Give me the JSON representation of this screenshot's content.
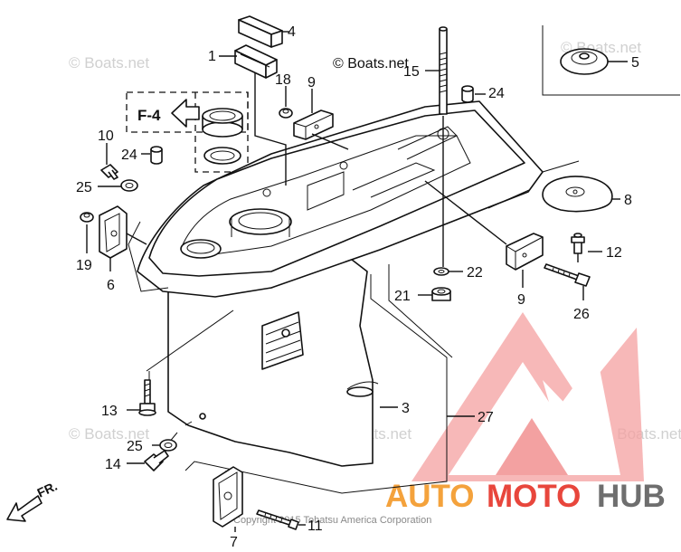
{
  "header": {
    "copyright_mark": "© Boats.net",
    "ref_box_label": "F-4",
    "direction_label": "FR."
  },
  "watermarks": [
    "© Boats.net",
    "© Boats.net",
    "© Boats.net",
    "© Boats.net",
    "© Boats.net"
  ],
  "callouts": [
    "4",
    "1",
    "18",
    "9",
    "15",
    "24",
    "5",
    "10",
    "24",
    "25",
    "8",
    "12",
    "19",
    "6",
    "22",
    "21",
    "9",
    "26",
    "3",
    "27",
    "13",
    "25",
    "14",
    "7",
    "11"
  ],
  "footer": {
    "copyright": "Copyright 2015 Tohatsu America Corporation"
  },
  "logo": {
    "text_left": "AUTO",
    "text_mid": "MOTO",
    "text_right": "HUB",
    "colors": {
      "orange": "#f4a23c",
      "red": "#e8463c",
      "gray": "#6e6e6e",
      "pink": "#f08a8a"
    }
  }
}
